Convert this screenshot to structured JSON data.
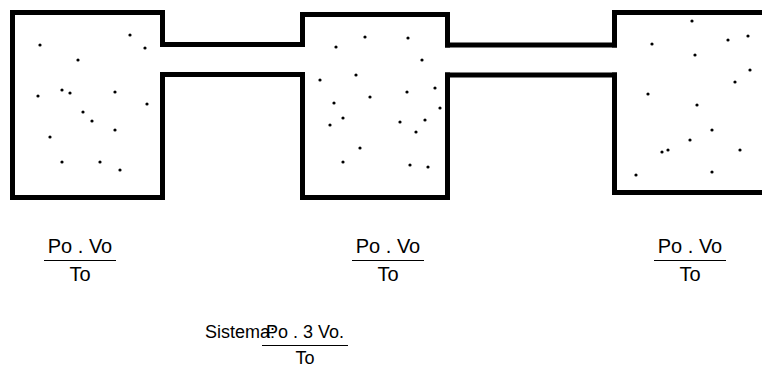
{
  "diagram": {
    "nodes": [
      {
        "text": [
          "Po . Vo",
          "To"
        ]
      },
      {
        "text": [
          "Po . Vo",
          "To"
        ]
      },
      {
        "text": [
          "Po . Vo",
          "To"
        ]
      }
    ],
    "edges": [
      {
        "from": 0,
        "to": 1,
        "arrow": "none"
      },
      {
        "from": 1,
        "to": 2,
        "arrow": "none"
      }
    ],
    "labels": [
      "Sistema:",
      "Po . 3 Vo.",
      "To"
    ]
  }
}
